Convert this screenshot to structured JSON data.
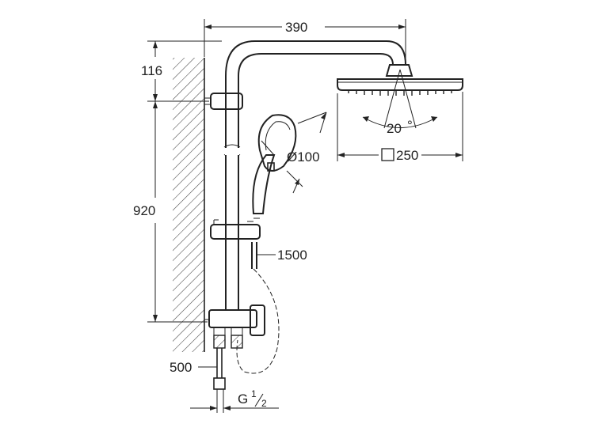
{
  "dimensions": {
    "arm_reach": "390",
    "top_offset": "116",
    "rail_height": "920",
    "hand_shower_diameter": "Ø100",
    "head_tilt": "20",
    "degree_symbol": "°",
    "head_size": "250",
    "hose_length": "1500",
    "lower_length": "500",
    "thread_prefix": "G",
    "thread_num": "1",
    "thread_den": "2"
  },
  "colors": {
    "line": "#222222",
    "background": "#ffffff"
  },
  "icons": {
    "head_size_symbol": "square-icon",
    "wall": "wall-hatch"
  }
}
